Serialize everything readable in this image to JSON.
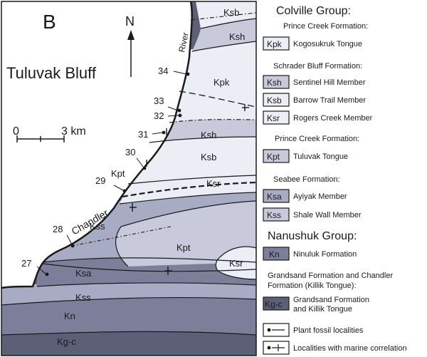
{
  "map": {
    "panel_label": "B",
    "location_title": "Tuluvak Bluff",
    "north_label": "N",
    "scale": {
      "start": "0",
      "end": "3 km"
    },
    "river_labels": {
      "river": "River",
      "chandler": "Chandler"
    },
    "unit_labels": {
      "ksb_top": "Ksb",
      "ksh_top": "Ksh",
      "kpk": "Kpk",
      "ksh_mid": "Ksh",
      "ksb_mid": "Ksb",
      "ksr_mid": "Ksr",
      "kpt_small": "Kpt",
      "kss_mid": "Kss",
      "kpt_big": "Kpt",
      "ksr_inlier": "Ksr",
      "ksa": "Ksa",
      "kss_low": "Kss",
      "kn": "Kn",
      "kgc": "Kg-c"
    },
    "localities": [
      "34",
      "33",
      "32",
      "31",
      "30",
      "29",
      "28",
      "27"
    ]
  },
  "legend": {
    "colville_group": "Colville Group:",
    "prince_creek_1": "Prince Creek Formation:",
    "kpk": {
      "code": "Kpk",
      "name": "Kogosukruk Tongue"
    },
    "schrader_bluff": "Schrader Bluff Formation:",
    "ksh": {
      "code": "Ksh",
      "name": "Sentinel Hill Member"
    },
    "ksb": {
      "code": "Ksb",
      "name": "Barrow Trail Member"
    },
    "ksr": {
      "code": "Ksr",
      "name": "Rogers Creek Member"
    },
    "prince_creek_2": "Prince Creek Formation:",
    "kpt": {
      "code": "Kpt",
      "name": "Tuluvak Tongue"
    },
    "seabee": "Seabee Formation:",
    "ksa": {
      "code": "Ksa",
      "name": "Ayiyak Member"
    },
    "kss": {
      "code": "Kss",
      "name": "Shale Wall Member"
    },
    "nanushuk_group": "Nanushuk Group:",
    "kn": {
      "code": "Kn",
      "name": "Ninuluk Formation"
    },
    "grandsand_heading_1": "Grandsand Formation and Chandler",
    "grandsand_heading_2": "Formation (Killik Tongue):",
    "kgc": {
      "code": "Kg-c",
      "name_1": "Grandsand Formation",
      "name_2": "and Killik Tongue"
    },
    "plant_fossil": "Plant fossil localities",
    "marine_correlation": "Localities with marine correlation"
  },
  "colors": {
    "very_light": "#eceef6",
    "light": "#c8cadc",
    "medium": "#a8abc4",
    "dark": "#7d7f9a",
    "darkest": "#5d5f77",
    "line": "#1a1a1a"
  }
}
